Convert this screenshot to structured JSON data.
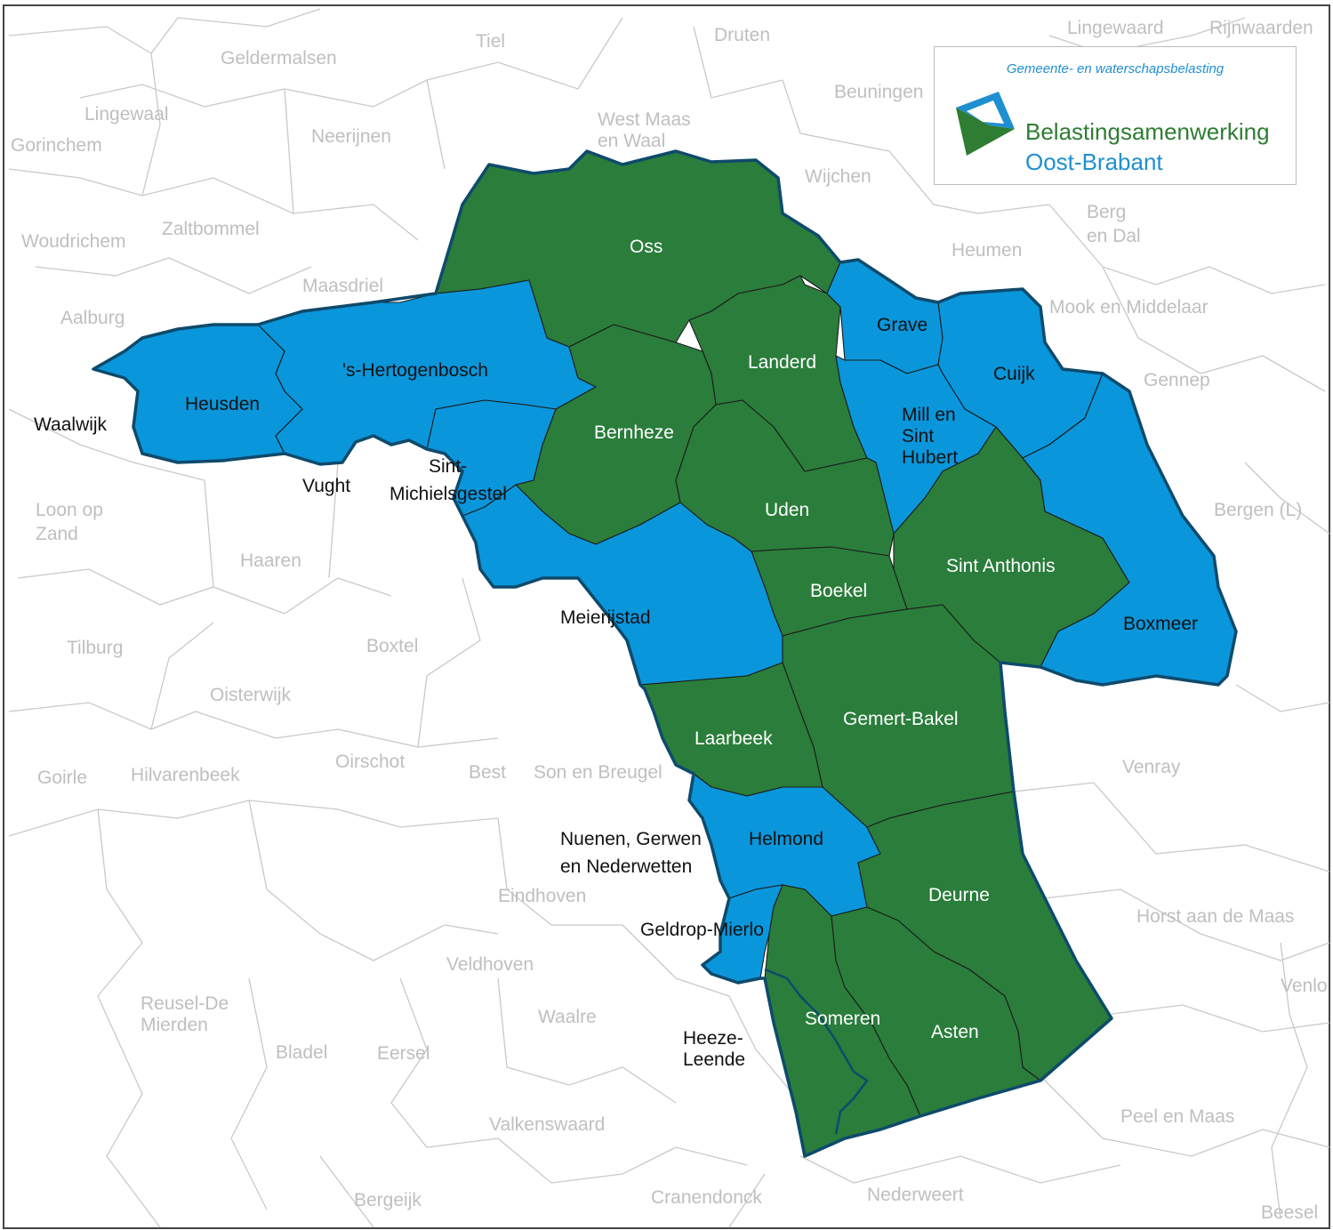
{
  "colors": {
    "blue": "#0a96db",
    "green": "#2a7d3b",
    "outline": "#0e4a6b"
  },
  "logo": {
    "tagline": "Gemeente- en waterschapsbelasting",
    "line1": "Belastingsamenwerking",
    "line2": "Oost-Brabant",
    "icon": "diamond-logo-icon"
  },
  "member_municipalities": [
    {
      "name": "Oss",
      "fill": "green"
    },
    {
      "name": "Landerd",
      "fill": "green"
    },
    {
      "name": "Grave",
      "fill": "blue"
    },
    {
      "name": "Cuijk",
      "fill": "blue"
    },
    {
      "name": "'s-Hertogenbosch",
      "fill": "blue"
    },
    {
      "name": "Heusden",
      "fill": "blue"
    },
    {
      "name": "Bernheze",
      "fill": "green"
    },
    {
      "name": "Mill en Sint Hubert",
      "fill": "blue"
    },
    {
      "name": "Uden",
      "fill": "green"
    },
    {
      "name": "Sint Anthonis",
      "fill": "green"
    },
    {
      "name": "Boekel",
      "fill": "green"
    },
    {
      "name": "Boxmeer",
      "fill": "blue"
    },
    {
      "name": "Meierijstad",
      "fill": "blue"
    },
    {
      "name": "Gemert-Bakel",
      "fill": "green"
    },
    {
      "name": "Laarbeek",
      "fill": "green"
    },
    {
      "name": "Helmond",
      "fill": "blue"
    },
    {
      "name": "Deurne",
      "fill": "green"
    },
    {
      "name": "Someren",
      "fill": "green"
    },
    {
      "name": "Asten",
      "fill": "green"
    },
    {
      "name": "Sint-Michielsgestel",
      "fill": "blue"
    },
    {
      "name": "Geldrop-Mierlo",
      "fill": "blue"
    }
  ],
  "labels": {
    "oss": "Oss",
    "landerd": "Landerd",
    "grave": "Grave",
    "cuijk": "Cuijk",
    "hertogenbosch": "'s-Hertogenbosch",
    "heusden": "Heusden",
    "bernheze": "Bernheze",
    "mill1": "Mill en",
    "mill2": "Sint",
    "mill3": "Hubert",
    "uden": "Uden",
    "sint_anthonis": "Sint Anthonis",
    "boekel": "Boekel",
    "boxmeer": "Boxmeer",
    "meierijstad": "Meierijstad",
    "gemert_bakel": "Gemert-Bakel",
    "laarbeek": "Laarbeek",
    "helmond": "Helmond",
    "deurne": "Deurne",
    "someren": "Someren",
    "asten": "Asten",
    "waalwijk": "Waalwijk",
    "vught": "Vught",
    "smg1": "Sint-",
    "smg2": "Michielsgestel",
    "nuenen1": "Nuenen, Gerwen",
    "nuenen2": "en Nederwetten",
    "geldrop": "Geldrop-Mierlo",
    "heeze1": "Heeze-",
    "heeze2": "Leende",
    "tiel": "Tiel",
    "druten": "Druten",
    "lingewaard": "Lingewaard",
    "rijnwaarden": "Rijnwaarden",
    "geldermalsen": "Geldermalsen",
    "lingewaal": "Lingewaal",
    "gorinchem": "Gorinchem",
    "neerijnen": "Neerijnen",
    "westmaas1": "West Maas",
    "westmaas2": "en Waal",
    "beuningen": "Beuningen",
    "wijchen": "Wijchen",
    "woudrichem": "Woudrichem",
    "zaltbommel": "Zaltbommel",
    "berg1": "Berg",
    "berg2": "en Dal",
    "heumen": "Heumen",
    "maasdriel": "Maasdriel",
    "aalburg": "Aalburg",
    "mook": "Mook en Middelaar",
    "gennep": "Gennep",
    "loon1": "Loon op",
    "loon2": "Zand",
    "bergen": "Bergen (L)",
    "haaren": "Haaren",
    "tilburg": "Tilburg",
    "boxtel": "Boxtel",
    "oisterwijk": "Oisterwijk",
    "oirschot": "Oirschot",
    "goirle": "Goirle",
    "hilvarenbeek": "Hilvarenbeek",
    "best": "Best",
    "son": "Son en Breugel",
    "venray": "Venray",
    "eindhoven": "Eindhoven",
    "horst": "Horst aan de Maas",
    "veldhoven": "Veldhoven",
    "reusel1": "Reusel-De",
    "reusel2": "Mierden",
    "waalre": "Waalre",
    "venlo": "Venlo",
    "bladel": "Bladel",
    "eersel": "Eersel",
    "valkenswaard": "Valkenswaard",
    "peel": "Peel en Maas",
    "bergeijk": "Bergeijk",
    "cranendonck": "Cranendonck",
    "nederweert": "Nederweert",
    "beesel": "Beesel"
  }
}
